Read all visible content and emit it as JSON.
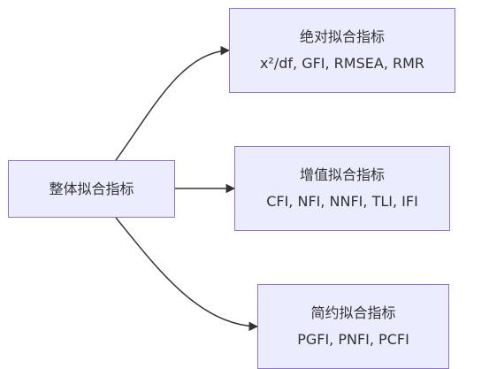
{
  "diagram": {
    "root": {
      "label": "整体拟合指标"
    },
    "children": [
      {
        "id": "absolute",
        "title": "绝对拟合指标",
        "items": "x²/df, GFI, RMSEA, RMR"
      },
      {
        "id": "incremental",
        "title": "增值拟合指标",
        "items": "CFI, NFI, NNFI, TLI, IFI"
      },
      {
        "id": "parsimonious",
        "title": "简约拟合指标",
        "items": "PGFI, PNFI, PCFI"
      }
    ]
  },
  "colors": {
    "node_fill": "#ececff",
    "node_border": "#9370db",
    "edge": "#333333",
    "text": "#333333"
  }
}
